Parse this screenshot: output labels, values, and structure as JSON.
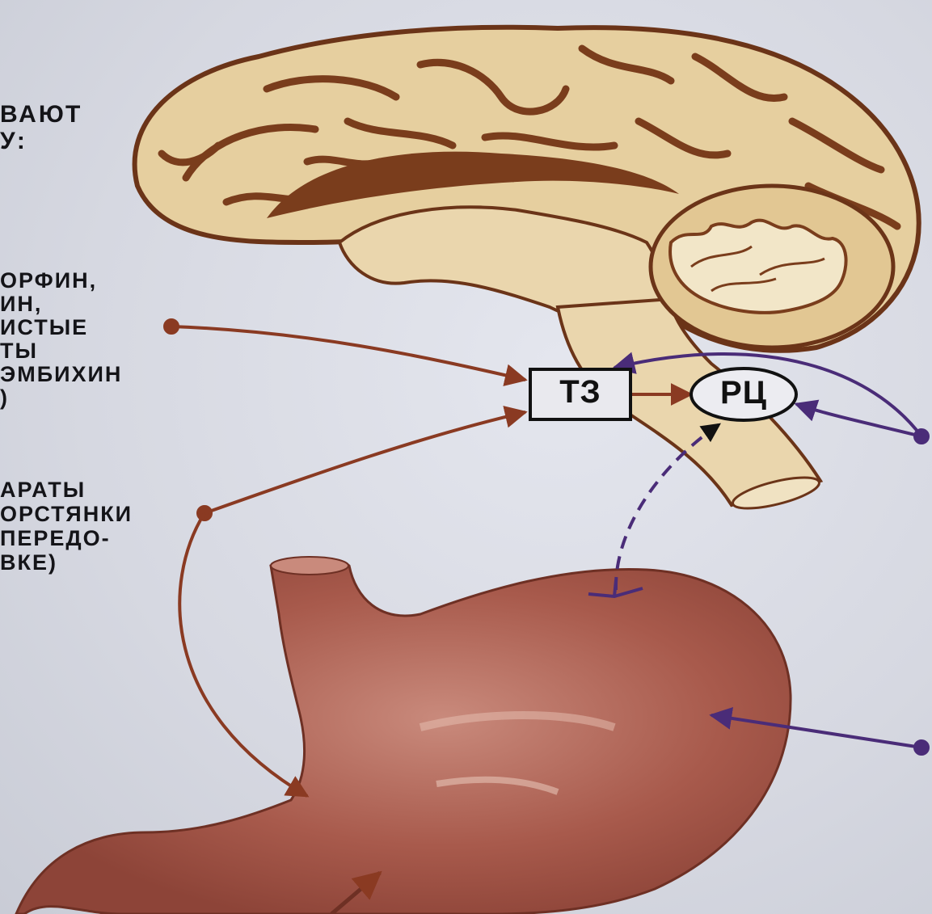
{
  "heading_lines": [
    "ВАЮТ",
    "У:"
  ],
  "group_one_lines": [
    "ОРФИН,",
    "ИН,",
    "ИСТЫЕ",
    "ТЫ",
    "ЭМБИХИН",
    ")"
  ],
  "group_two_lines": [
    "АРАТЫ",
    "ОРСТЯНКИ",
    "ПЕРЕДО-",
    "ВКЕ)"
  ],
  "node_trigger_zone": "ТЗ",
  "node_vomiting_center": "РЦ",
  "colors": {
    "brown_arrow": "#8a3a22",
    "purple_arrow": "#4a2c78",
    "brain_fill": "#e8d2a6",
    "stomach_fill": "#a85a4c"
  }
}
